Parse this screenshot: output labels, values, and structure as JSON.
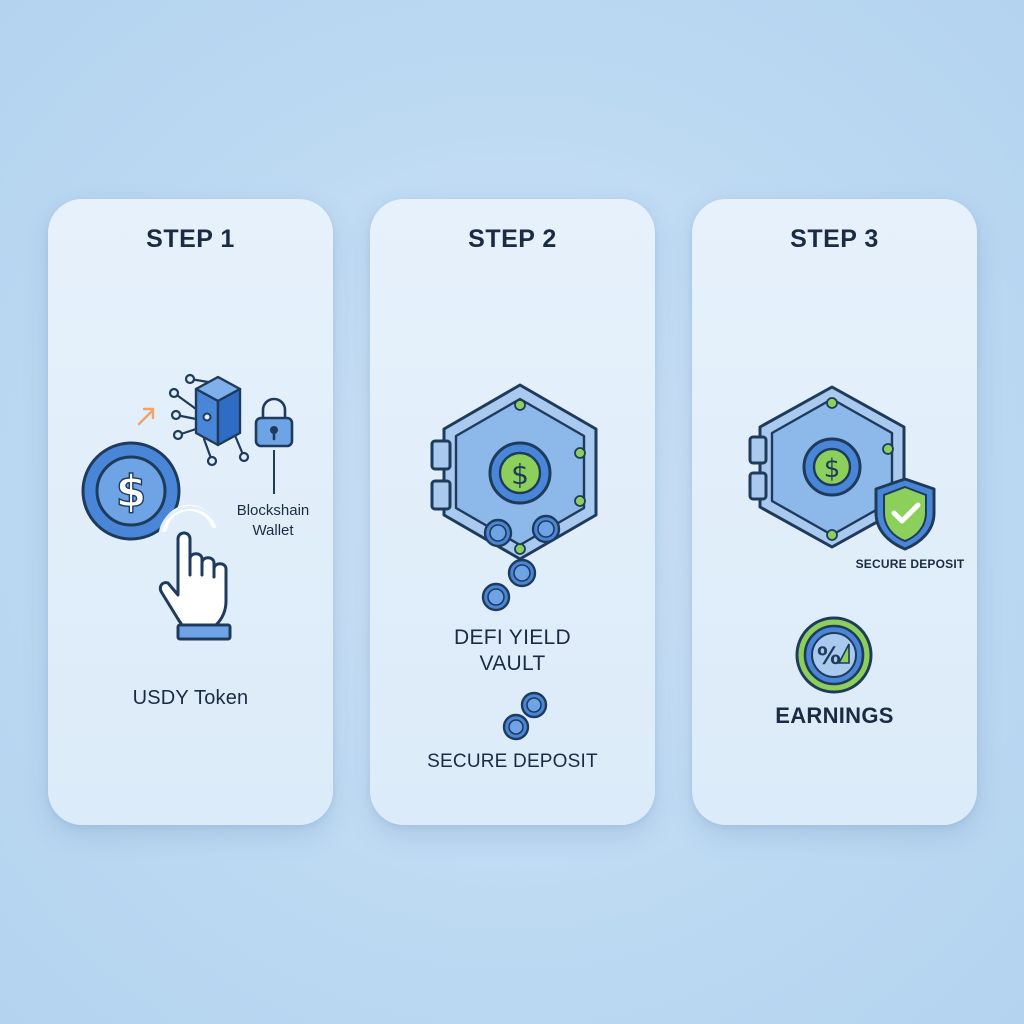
{
  "steps": [
    {
      "title": "STEP 1",
      "label": "USDY Token",
      "sublabel_line1": "Blockshain",
      "sublabel_line2": "Wallet"
    },
    {
      "title": "STEP 2",
      "label_line1": "DEFI YIELD",
      "label_line2": "VAULT",
      "sublabel": "SECURE DEPOSIT"
    },
    {
      "title": "STEP 3",
      "badge_label": "SECURE DEPOSIT",
      "label": "EARNINGS"
    }
  ],
  "icons": {
    "coin_glyph": "$",
    "earnings_glyph": "%"
  },
  "colors": {
    "background": "#bcd9f2",
    "card": "#e2eefa",
    "outline": "#1f3b5c",
    "blue": "#4a86d8",
    "light_blue": "#a9c9ef",
    "green": "#8ccf5a",
    "orange_accent": "#f0a46a",
    "arrow": "#a9c8ea"
  }
}
